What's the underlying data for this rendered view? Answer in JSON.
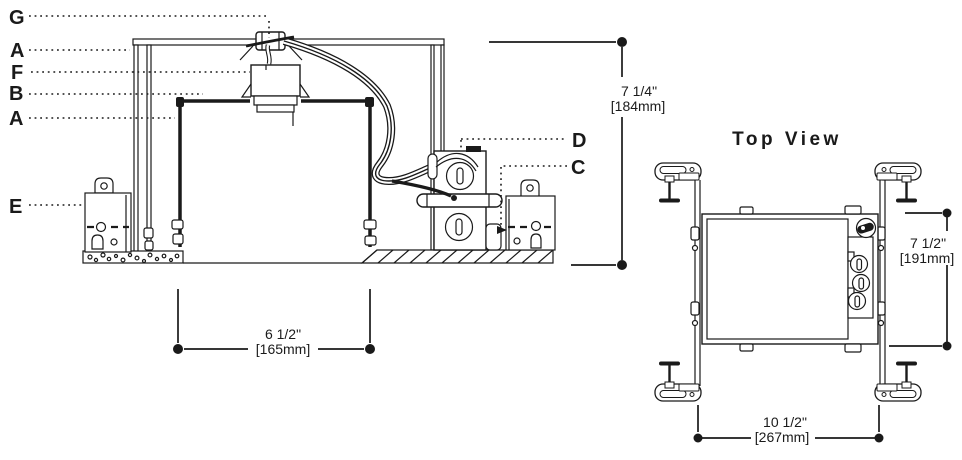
{
  "diagram_type": "recessed-housing-installation-drawing",
  "colors": {
    "line": "#1a1a1a",
    "background": "#ffffff"
  },
  "side_view": {
    "callouts": [
      {
        "label": "G"
      },
      {
        "label": "A"
      },
      {
        "label": "F"
      },
      {
        "label": "B"
      },
      {
        "label": "A"
      },
      {
        "label": "E"
      },
      {
        "label": "D"
      },
      {
        "label": "C"
      }
    ],
    "dim_height": {
      "inches": "7 1/4\"",
      "mm": "[184mm]"
    },
    "dim_aperture": {
      "inches": "6 1/2\"",
      "mm": "[165mm]"
    }
  },
  "top_view": {
    "title": "Top View",
    "dim_depth": {
      "inches": "7 1/2\"",
      "mm": "[191mm]"
    },
    "dim_width": {
      "inches": "10 1/2\"",
      "mm": "[267mm]"
    }
  }
}
